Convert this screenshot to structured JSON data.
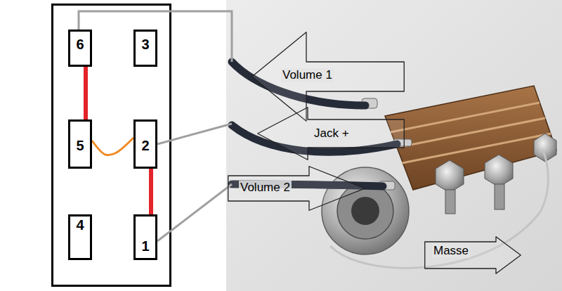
{
  "diagram": {
    "nodes": [
      {
        "text": [
          "6"
        ]
      },
      {
        "text": [
          "3"
        ]
      },
      {
        "text": [
          "Volume 1"
        ]
      },
      {
        "text": [
          "5"
        ]
      },
      {
        "text": [
          "2"
        ]
      },
      {
        "text": [
          "Jack +"
        ]
      },
      {
        "text": [
          "Volume 2"
        ]
      },
      {
        "text": [
          "4"
        ]
      },
      {
        "text": [
          "1"
        ]
      },
      {
        "text": [
          "Masse"
        ]
      }
    ],
    "edges": [
      {
        "from": 0,
        "to": 3,
        "arrow": "none"
      },
      {
        "from": 3,
        "to": 4,
        "arrow": "none"
      },
      {
        "from": 4,
        "to": 8,
        "arrow": "none"
      }
    ]
  }
}
